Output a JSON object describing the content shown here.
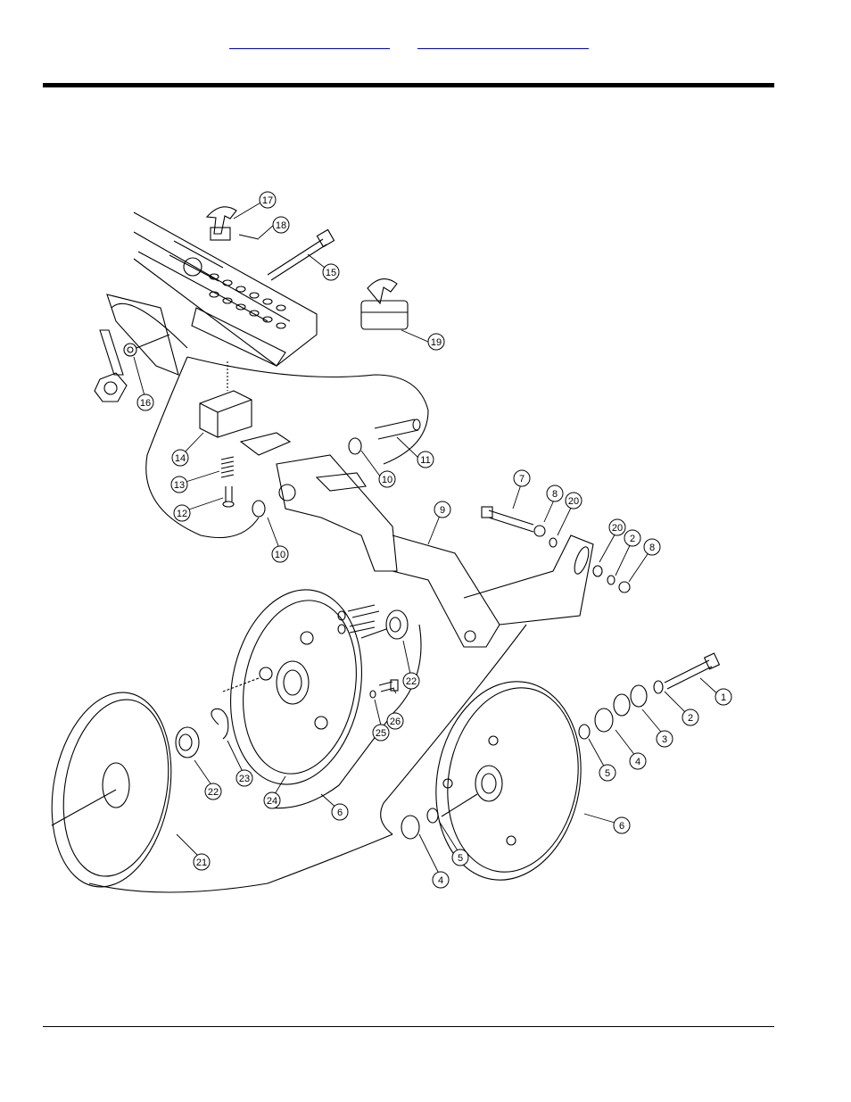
{
  "header": {
    "link_1": "",
    "link_2": ""
  },
  "diagram": {
    "callouts": [
      {
        "id": "c17",
        "label": "17"
      },
      {
        "id": "c18",
        "label": "18"
      },
      {
        "id": "c15",
        "label": "15"
      },
      {
        "id": "c19",
        "label": "19"
      },
      {
        "id": "c16",
        "label": "16"
      },
      {
        "id": "c14",
        "label": "14"
      },
      {
        "id": "c13",
        "label": "13"
      },
      {
        "id": "c12",
        "label": "12"
      },
      {
        "id": "c11",
        "label": "11"
      },
      {
        "id": "c10a",
        "label": "10"
      },
      {
        "id": "c10b",
        "label": "10"
      },
      {
        "id": "c9",
        "label": "9"
      },
      {
        "id": "c7",
        "label": "7"
      },
      {
        "id": "c8a",
        "label": "8"
      },
      {
        "id": "c20a",
        "label": "20"
      },
      {
        "id": "c20b",
        "label": "20"
      },
      {
        "id": "c2a",
        "label": "2"
      },
      {
        "id": "c8b",
        "label": "8"
      },
      {
        "id": "c22a",
        "label": "22"
      },
      {
        "id": "c26",
        "label": "26"
      },
      {
        "id": "c25",
        "label": "25"
      },
      {
        "id": "c1",
        "label": "1"
      },
      {
        "id": "c2b",
        "label": "2"
      },
      {
        "id": "c3",
        "label": "3"
      },
      {
        "id": "c4a",
        "label": "4"
      },
      {
        "id": "c5a",
        "label": "5"
      },
      {
        "id": "c23",
        "label": "23"
      },
      {
        "id": "c22b",
        "label": "22"
      },
      {
        "id": "c24",
        "label": "24"
      },
      {
        "id": "c6a",
        "label": "6"
      },
      {
        "id": "c6b",
        "label": "6"
      },
      {
        "id": "c21",
        "label": "21"
      },
      {
        "id": "c5b",
        "label": "5"
      },
      {
        "id": "c4b",
        "label": "4"
      }
    ]
  }
}
